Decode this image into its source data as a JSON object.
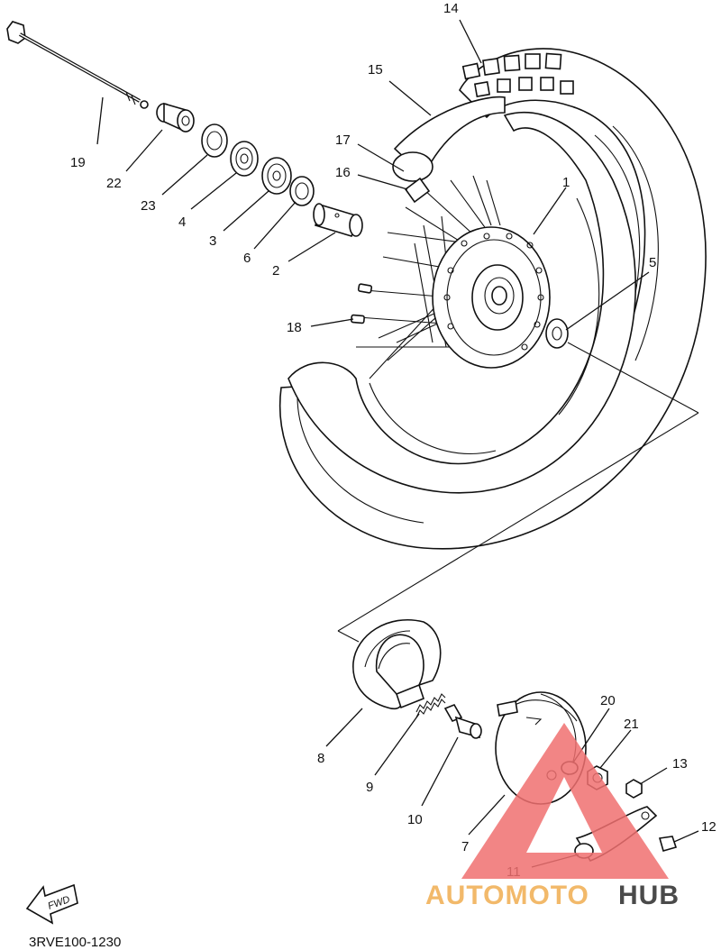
{
  "diagram_code": "3RVE100-1230",
  "fwd_label": "FWD",
  "watermark": {
    "part1": "AUTOMOTO",
    "part2": "HUB",
    "color1": "#f2b96a",
    "color2": "#4a4a4a",
    "logo_color": "#f07070"
  },
  "callouts": [
    {
      "id": "c1",
      "label": "1"
    },
    {
      "id": "c2",
      "label": "2"
    },
    {
      "id": "c3",
      "label": "3"
    },
    {
      "id": "c4",
      "label": "4"
    },
    {
      "id": "c5",
      "label": "5"
    },
    {
      "id": "c6",
      "label": "6"
    },
    {
      "id": "c7",
      "label": "7"
    },
    {
      "id": "c8",
      "label": "8"
    },
    {
      "id": "c9",
      "label": "9"
    },
    {
      "id": "c10",
      "label": "10"
    },
    {
      "id": "c11",
      "label": "11"
    },
    {
      "id": "c12",
      "label": "12"
    },
    {
      "id": "c13",
      "label": "13"
    },
    {
      "id": "c14",
      "label": "14"
    },
    {
      "id": "c15",
      "label": "15"
    },
    {
      "id": "c16",
      "label": "16"
    },
    {
      "id": "c17",
      "label": "17"
    },
    {
      "id": "c18",
      "label": "18"
    },
    {
      "id": "c19",
      "label": "19"
    },
    {
      "id": "c20",
      "label": "20"
    },
    {
      "id": "c21",
      "label": "21"
    },
    {
      "id": "c22",
      "label": "22"
    },
    {
      "id": "c23",
      "label": "23"
    }
  ]
}
